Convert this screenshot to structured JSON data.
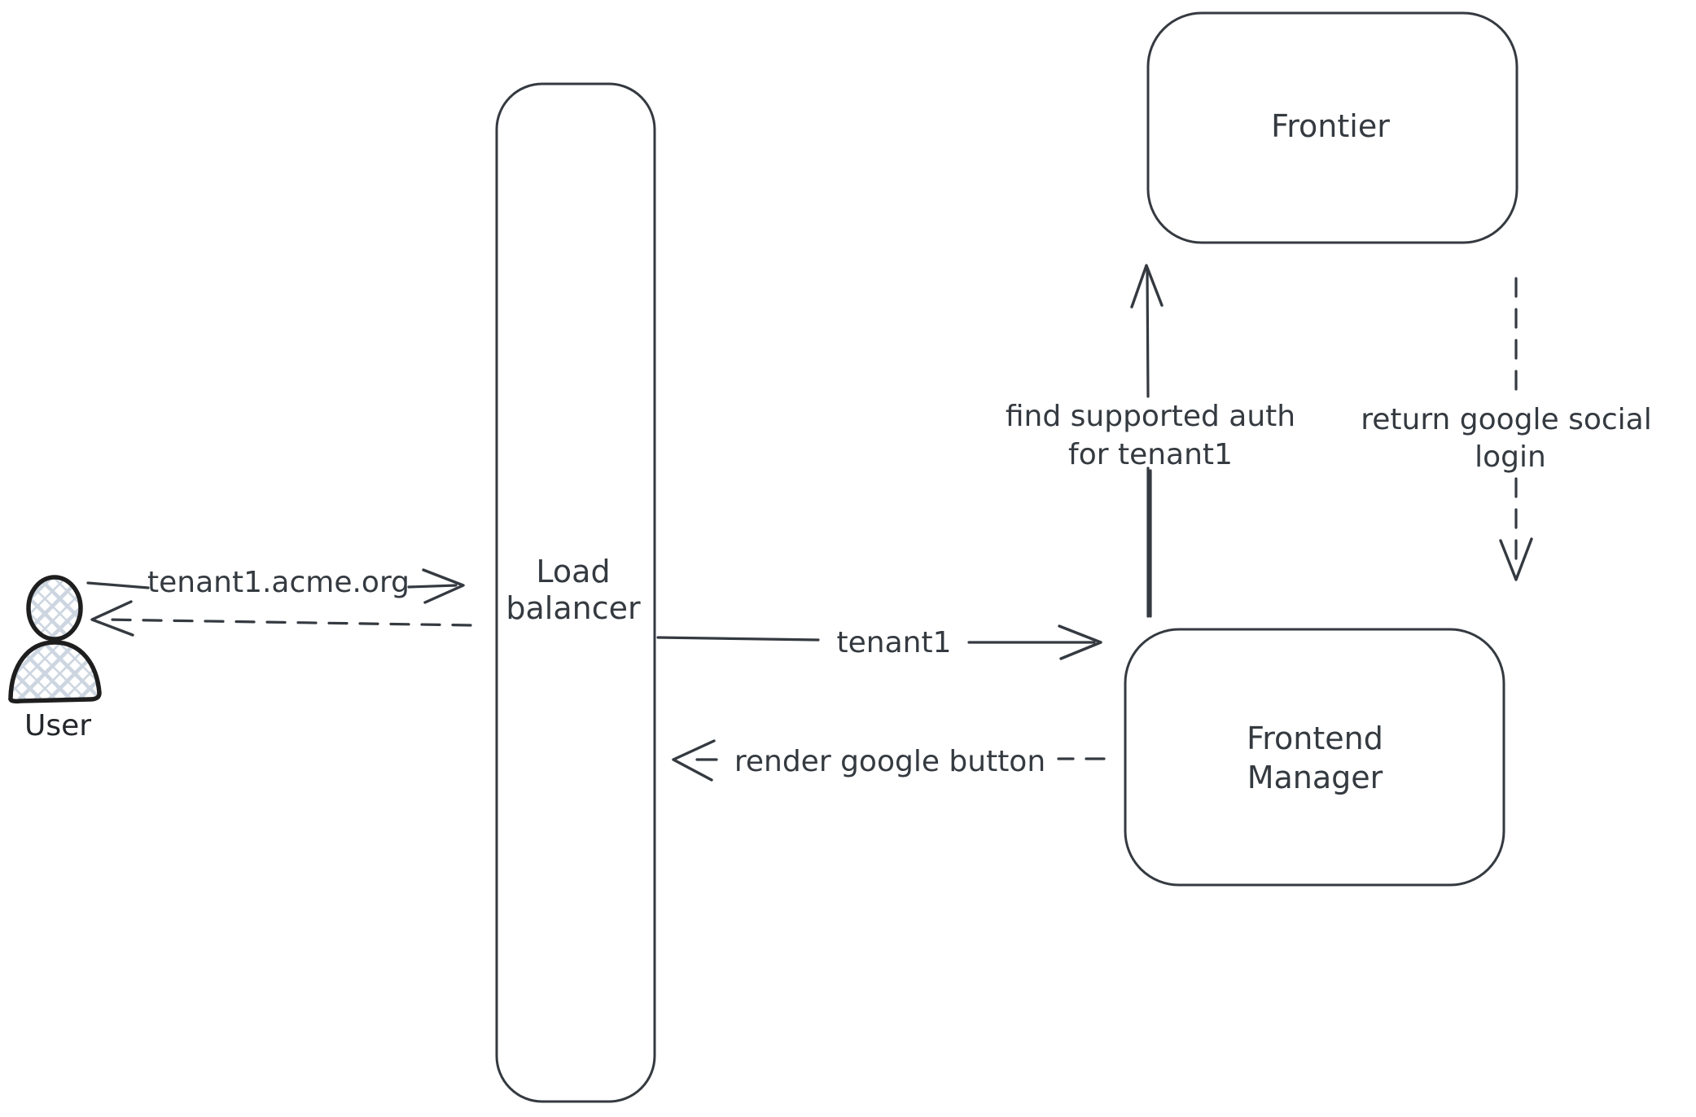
{
  "canvas": {
    "background": "#ffffff",
    "colors": {
      "stroke": "#343a40",
      "actor_stroke": "#1e1e1e",
      "hatch_fill": "#ccd5e0"
    }
  },
  "nodes": {
    "user": {
      "label": "User",
      "type": "actor"
    },
    "load_balancer": {
      "label": "Load balancer",
      "label_lines": [
        "Load",
        "balancer"
      ]
    },
    "frontier": {
      "label": "Frontier"
    },
    "frontend_manager": {
      "label": "Frontend Manager",
      "label_lines": [
        "Frontend",
        "Manager"
      ]
    }
  },
  "edges": {
    "user_request": {
      "from": "User",
      "to": "Load balancer",
      "style": "solid",
      "label": "tenant1.acme.org"
    },
    "lb_response": {
      "from": "Load balancer",
      "to": "User",
      "style": "dashed",
      "label": ""
    },
    "lb_to_frontend": {
      "from": "Load balancer",
      "to": "Frontend Manager",
      "style": "solid",
      "label": "tenant1"
    },
    "frontend_to_lb": {
      "from": "Frontend Manager",
      "to": "Load balancer",
      "style": "dashed",
      "label": "render google button"
    },
    "frontend_to_frontier": {
      "from": "Frontend Manager",
      "to": "Frontier",
      "style": "solid",
      "label": "find supported auth for tenant1",
      "label_lines": [
        "find supported auth",
        "for tenant1"
      ]
    },
    "frontier_to_frontend": {
      "from": "Frontier",
      "to": "Frontend Manager",
      "style": "dashed",
      "label": "return google social login",
      "label_lines": [
        "return google social",
        "login"
      ]
    }
  }
}
